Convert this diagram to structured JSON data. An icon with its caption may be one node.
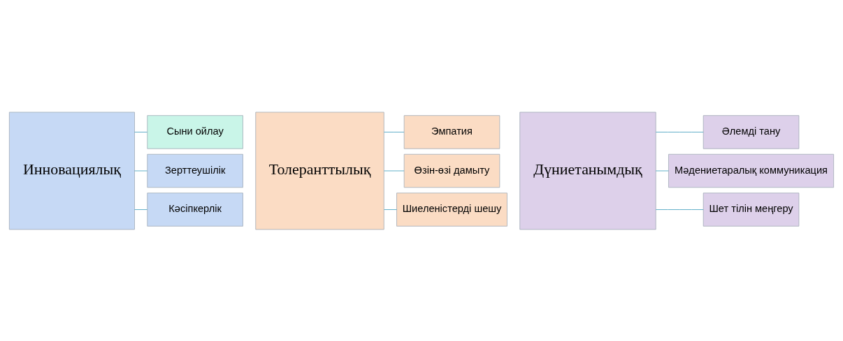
{
  "diagram": {
    "nodes": [
      {
        "text": [
          "Инновациялық"
        ]
      },
      {
        "text": [
          "Сыни ойлау"
        ]
      },
      {
        "text": [
          "Зерттеушілік"
        ]
      },
      {
        "text": [
          "Кәсіпкерлік"
        ]
      },
      {
        "text": [
          "Толеранттылық"
        ]
      },
      {
        "text": [
          "Эмпатия"
        ]
      },
      {
        "text": [
          "Өзін-өзі дамыту"
        ]
      },
      {
        "text": [
          "Шиеленістерді шешу"
        ]
      },
      {
        "text": [
          "Дүниетанымдық"
        ]
      },
      {
        "text": [
          "Әлемді тану"
        ]
      },
      {
        "text": [
          "Мәдениетаралық коммуникация"
        ]
      },
      {
        "text": [
          "Шет тілін меңгеру"
        ]
      }
    ],
    "edges": [
      {
        "from": 0,
        "to": 1,
        "arrow": "none"
      },
      {
        "from": 0,
        "to": 2,
        "arrow": "none"
      },
      {
        "from": 0,
        "to": 3,
        "arrow": "none"
      },
      {
        "from": 4,
        "to": 5,
        "arrow": "none"
      },
      {
        "from": 4,
        "to": 6,
        "arrow": "none"
      },
      {
        "from": 4,
        "to": 7,
        "arrow": "none"
      },
      {
        "from": 8,
        "to": 9,
        "arrow": "none"
      },
      {
        "from": 8,
        "to": 10,
        "arrow": "none"
      },
      {
        "from": 8,
        "to": 11,
        "arrow": "none"
      }
    ]
  }
}
